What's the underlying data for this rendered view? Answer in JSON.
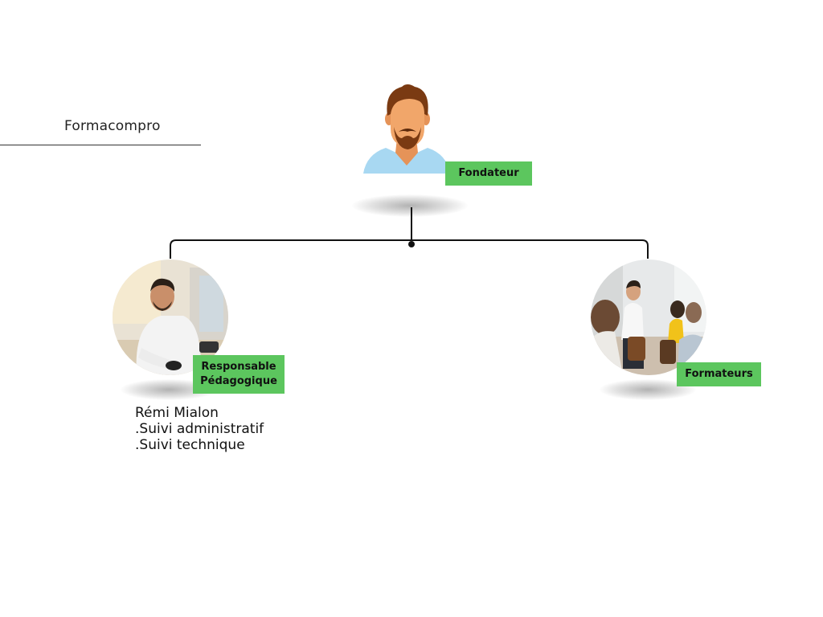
{
  "company": {
    "name": "Formacompro"
  },
  "nodes": {
    "founder": {
      "label": "Fondateur",
      "avatar_icon": "person-avatar-icon"
    },
    "pedagogical": {
      "label_lines": [
        "Responsable",
        "Pédagogique"
      ],
      "photo_icon": "man-at-desk-photo",
      "description": [
        "Rémi Mialon",
        ".Suivi administratif",
        ".Suivi technique"
      ]
    },
    "trainers": {
      "label": "Formateurs",
      "photo_icon": "classroom-photo"
    }
  },
  "colors": {
    "label_bg": "#5cc65e",
    "connector": "#111111",
    "avatar_hair": "#7a3a12",
    "avatar_skin": "#f1a66a",
    "avatar_shirt": "#a8d8f2"
  }
}
